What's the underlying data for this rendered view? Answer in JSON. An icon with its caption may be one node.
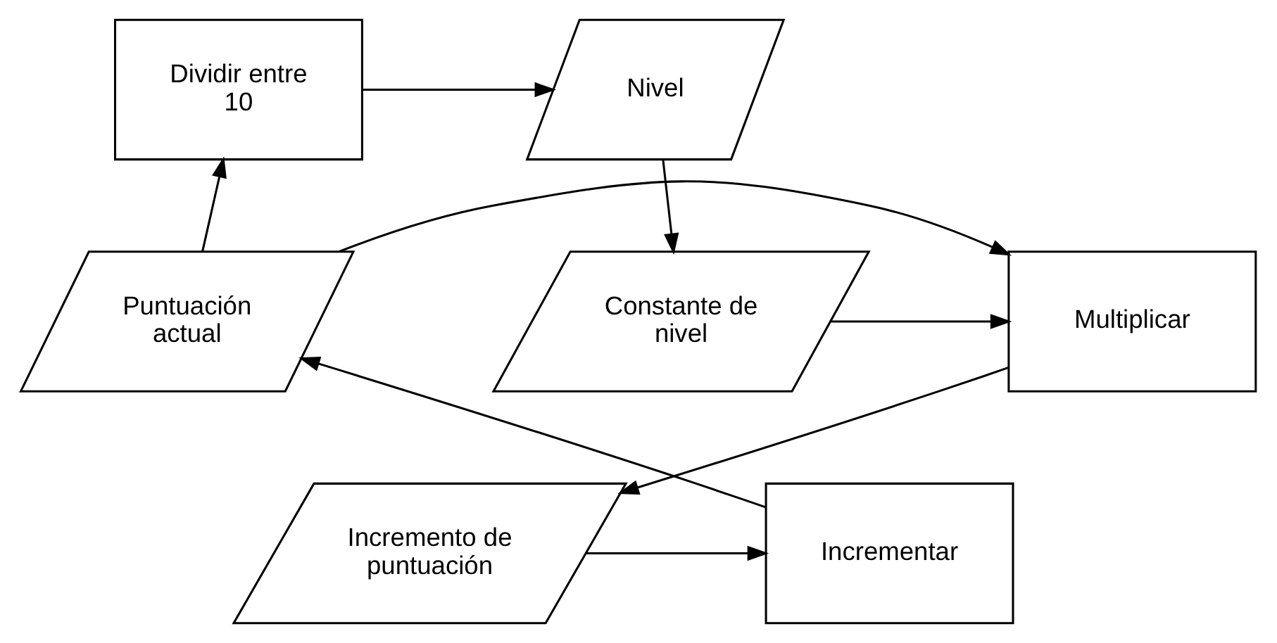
{
  "diagram": {
    "nodes": [
      {
        "text": [
          "Dividir entre 10"
        ]
      },
      {
        "text": [
          "Nivel"
        ]
      },
      {
        "text": [
          "Puntuación actual"
        ]
      },
      {
        "text": [
          "Multiplicar"
        ]
      },
      {
        "text": [
          "Constante de nivel"
        ]
      },
      {
        "text": [
          "Incrementar"
        ]
      },
      {
        "text": [
          "Incremento de puntuación"
        ]
      }
    ],
    "edges": [
      {
        "from": 2,
        "to": 0,
        "arrow": "to"
      },
      {
        "from": 0,
        "to": 1,
        "arrow": "to"
      },
      {
        "from": 1,
        "to": 4,
        "arrow": "to"
      },
      {
        "from": 4,
        "to": 3,
        "arrow": "to"
      },
      {
        "from": 2,
        "to": 3,
        "arrow": "to"
      },
      {
        "from": 3,
        "to": 6,
        "arrow": "to"
      },
      {
        "from": 6,
        "to": 5,
        "arrow": "to"
      },
      {
        "from": 5,
        "to": 2,
        "arrow": "to"
      }
    ]
  }
}
